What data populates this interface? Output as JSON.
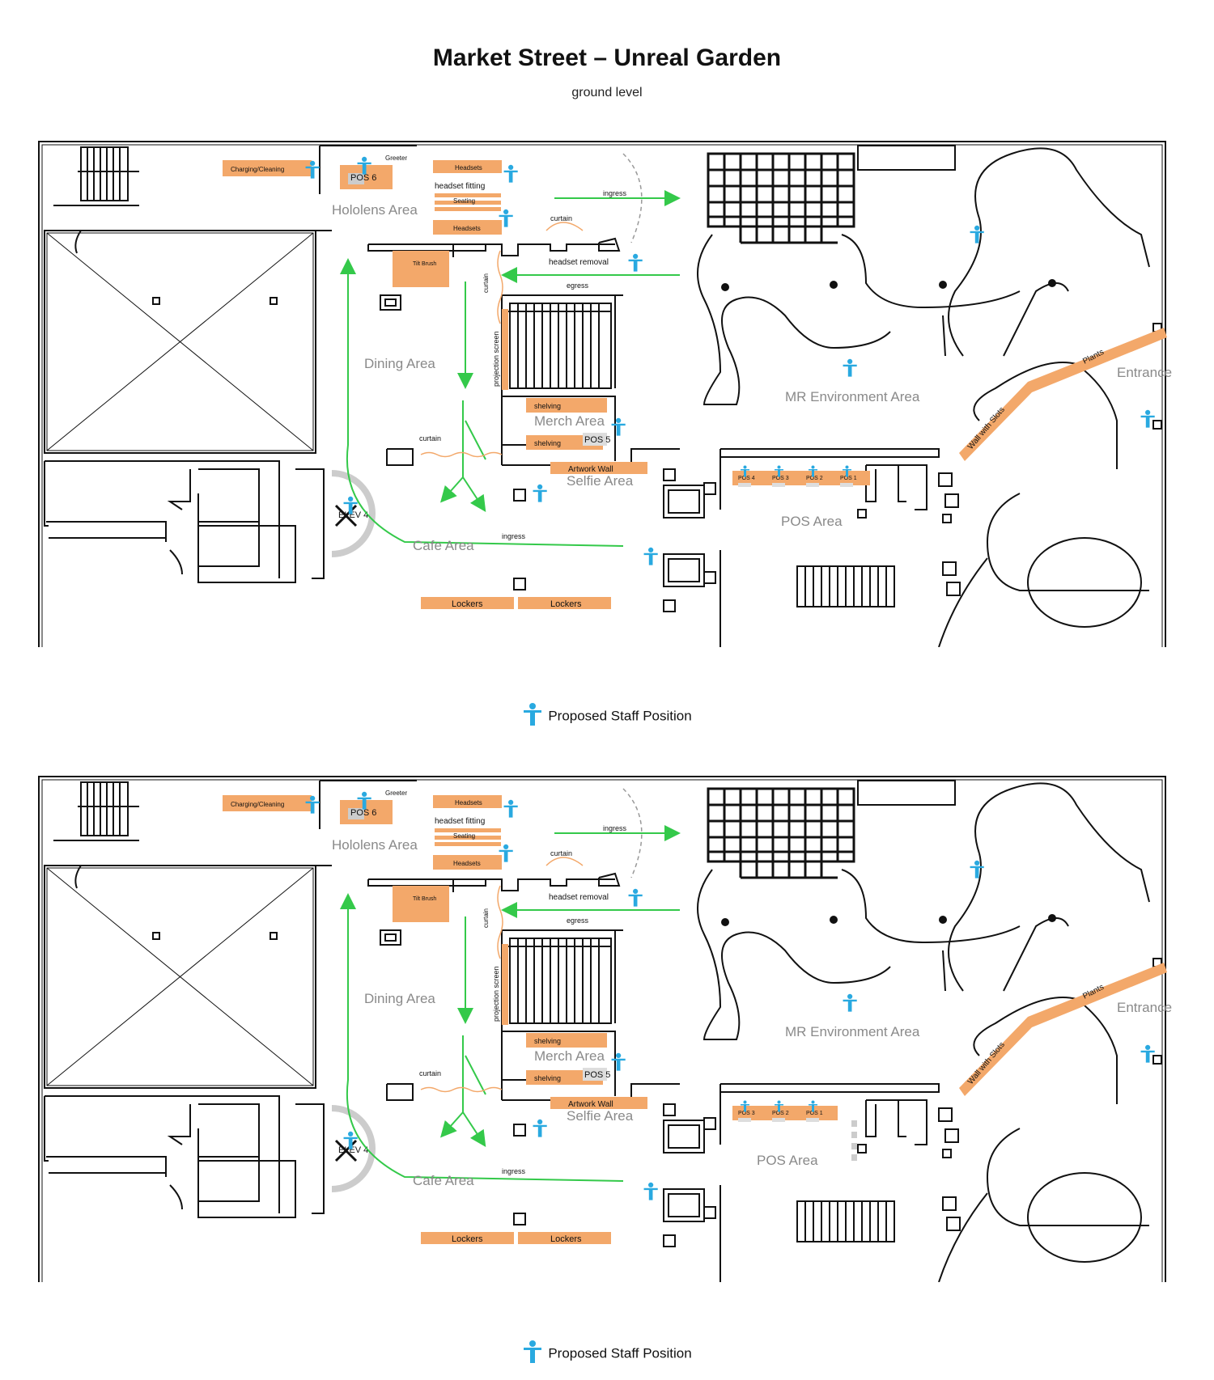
{
  "title": "Market Street – Unreal Garden",
  "subtitle": "ground level",
  "colors": {
    "orange": "#f3a86a",
    "staff": "#29a9e0",
    "flow": "#34c94a",
    "line": "#111111"
  },
  "legend": {
    "icon": "staff-figure-icon",
    "label": "Proposed Staff Position"
  },
  "plans": [
    {
      "areas": {
        "hololens": "Hololens Area",
        "dining": "Dining Area",
        "merch": "Merch Area",
        "selfie": "Selfie Area",
        "cafe": "Cafe Area",
        "mr": "MR Environment Area",
        "pos": "POS Area",
        "entrance": "Entrance"
      },
      "labels": {
        "charging": "Charging/Cleaning",
        "greeter": "Greeter",
        "pos6": "POS 6",
        "headsets_top": "Headsets",
        "fitting": "headset fitting",
        "seating": "Seating",
        "headsets_bottom": "Headsets",
        "ingress_top": "ingress",
        "curtain_top": "curtain",
        "headset_removal": "headset removal",
        "tilt_brush": "Tilt Brush",
        "curtain_side": "curtain",
        "egress": "egress",
        "projection": "projection screen",
        "shelving_top": "shelving",
        "shelving_bottom": "shelving",
        "pos5": "POS 5",
        "curtain_left": "curtain",
        "artwork": "Artwork Wall",
        "ingress_bottom": "ingress",
        "lockers_left": "Lockers",
        "lockers_right": "Lockers",
        "plants": "Plants",
        "wall": "Wall with Slots",
        "elevator": "ELEV 4"
      },
      "pos_terminals": [
        "POS 4",
        "POS 3",
        "POS 2",
        "POS 1"
      ]
    },
    {
      "areas": {
        "hololens": "Hololens Area",
        "dining": "Dining Area",
        "merch": "Merch Area",
        "selfie": "Selfie Area",
        "cafe": "Cafe Area",
        "mr": "MR Environment Area",
        "pos": "POS Area",
        "entrance": "Entrance"
      },
      "labels": {
        "charging": "Charging/Cleaning",
        "greeter": "Greeter",
        "pos6": "POS 6",
        "headsets_top": "Headsets",
        "fitting": "headset fitting",
        "seating": "Seating",
        "headsets_bottom": "Headsets",
        "ingress_top": "ingress",
        "curtain_top": "curtain",
        "headset_removal": "headset removal",
        "tilt_brush": "Tilt Brush",
        "curtain_side": "curtain",
        "egress": "egress",
        "projection": "projection screen",
        "shelving_top": "shelving",
        "shelving_bottom": "shelving",
        "pos5": "POS 5",
        "curtain_left": "curtain",
        "artwork": "Artwork Wall",
        "ingress_bottom": "ingress",
        "lockers_left": "Lockers",
        "lockers_right": "Lockers",
        "plants": "Plants",
        "wall": "Wall with Slots",
        "elevator": "ELEV 4"
      },
      "pos_terminals": [
        "POS 3",
        "POS 2",
        "POS 1"
      ]
    }
  ]
}
